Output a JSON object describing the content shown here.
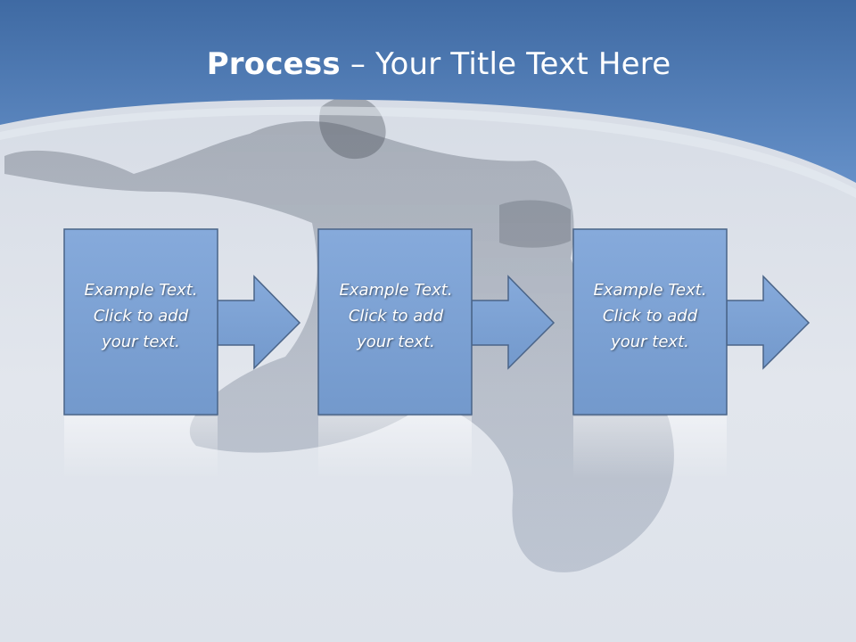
{
  "title": {
    "bold": "Process",
    "rest": " – Your Title Text Here"
  },
  "steps": [
    {
      "line1": "Example Text.",
      "line2": "Click  to add",
      "line3": "your text."
    },
    {
      "line1": "Example Text.",
      "line2": "Click  to add",
      "line3": "your text."
    },
    {
      "line1": "Example Text.",
      "line2": "Click  to add",
      "line3": "your text."
    }
  ],
  "colors": {
    "header_blue": "#5b87c0",
    "box_fill": "#7ea3d4",
    "box_border": "#4a6488",
    "background": "#dfe4ec"
  }
}
